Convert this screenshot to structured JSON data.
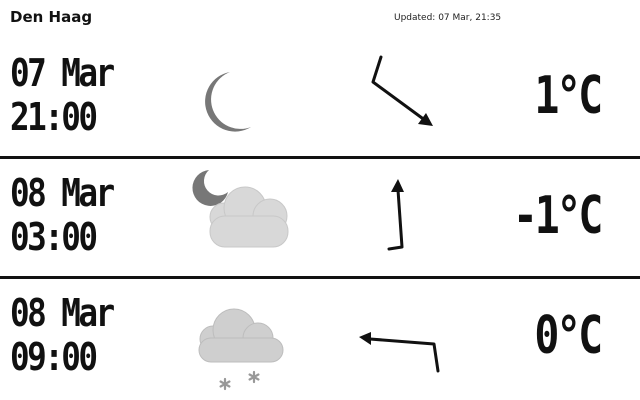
{
  "header": {
    "city": "Den Haag",
    "updated": "Updated: 07 Mar, 21:35"
  },
  "forecast": [
    {
      "date": "07 Mar",
      "time": "21:00",
      "icon": "moon-icon",
      "wind_direction": "north-west",
      "temperature": "1°C"
    },
    {
      "date": "08 Mar",
      "time": "03:00",
      "icon": "partly-cloudy-night-icon",
      "wind_direction": "south",
      "temperature": "-1°C"
    },
    {
      "date": "08 Mar",
      "time": "09:00",
      "icon": "snow-icon",
      "wind_direction": "east",
      "temperature": "0°C"
    }
  ],
  "colors": {
    "text": "#111111",
    "separator": "#111111",
    "moon": "#777777",
    "cloud": "#d8d8d8",
    "snow": "#999999"
  }
}
